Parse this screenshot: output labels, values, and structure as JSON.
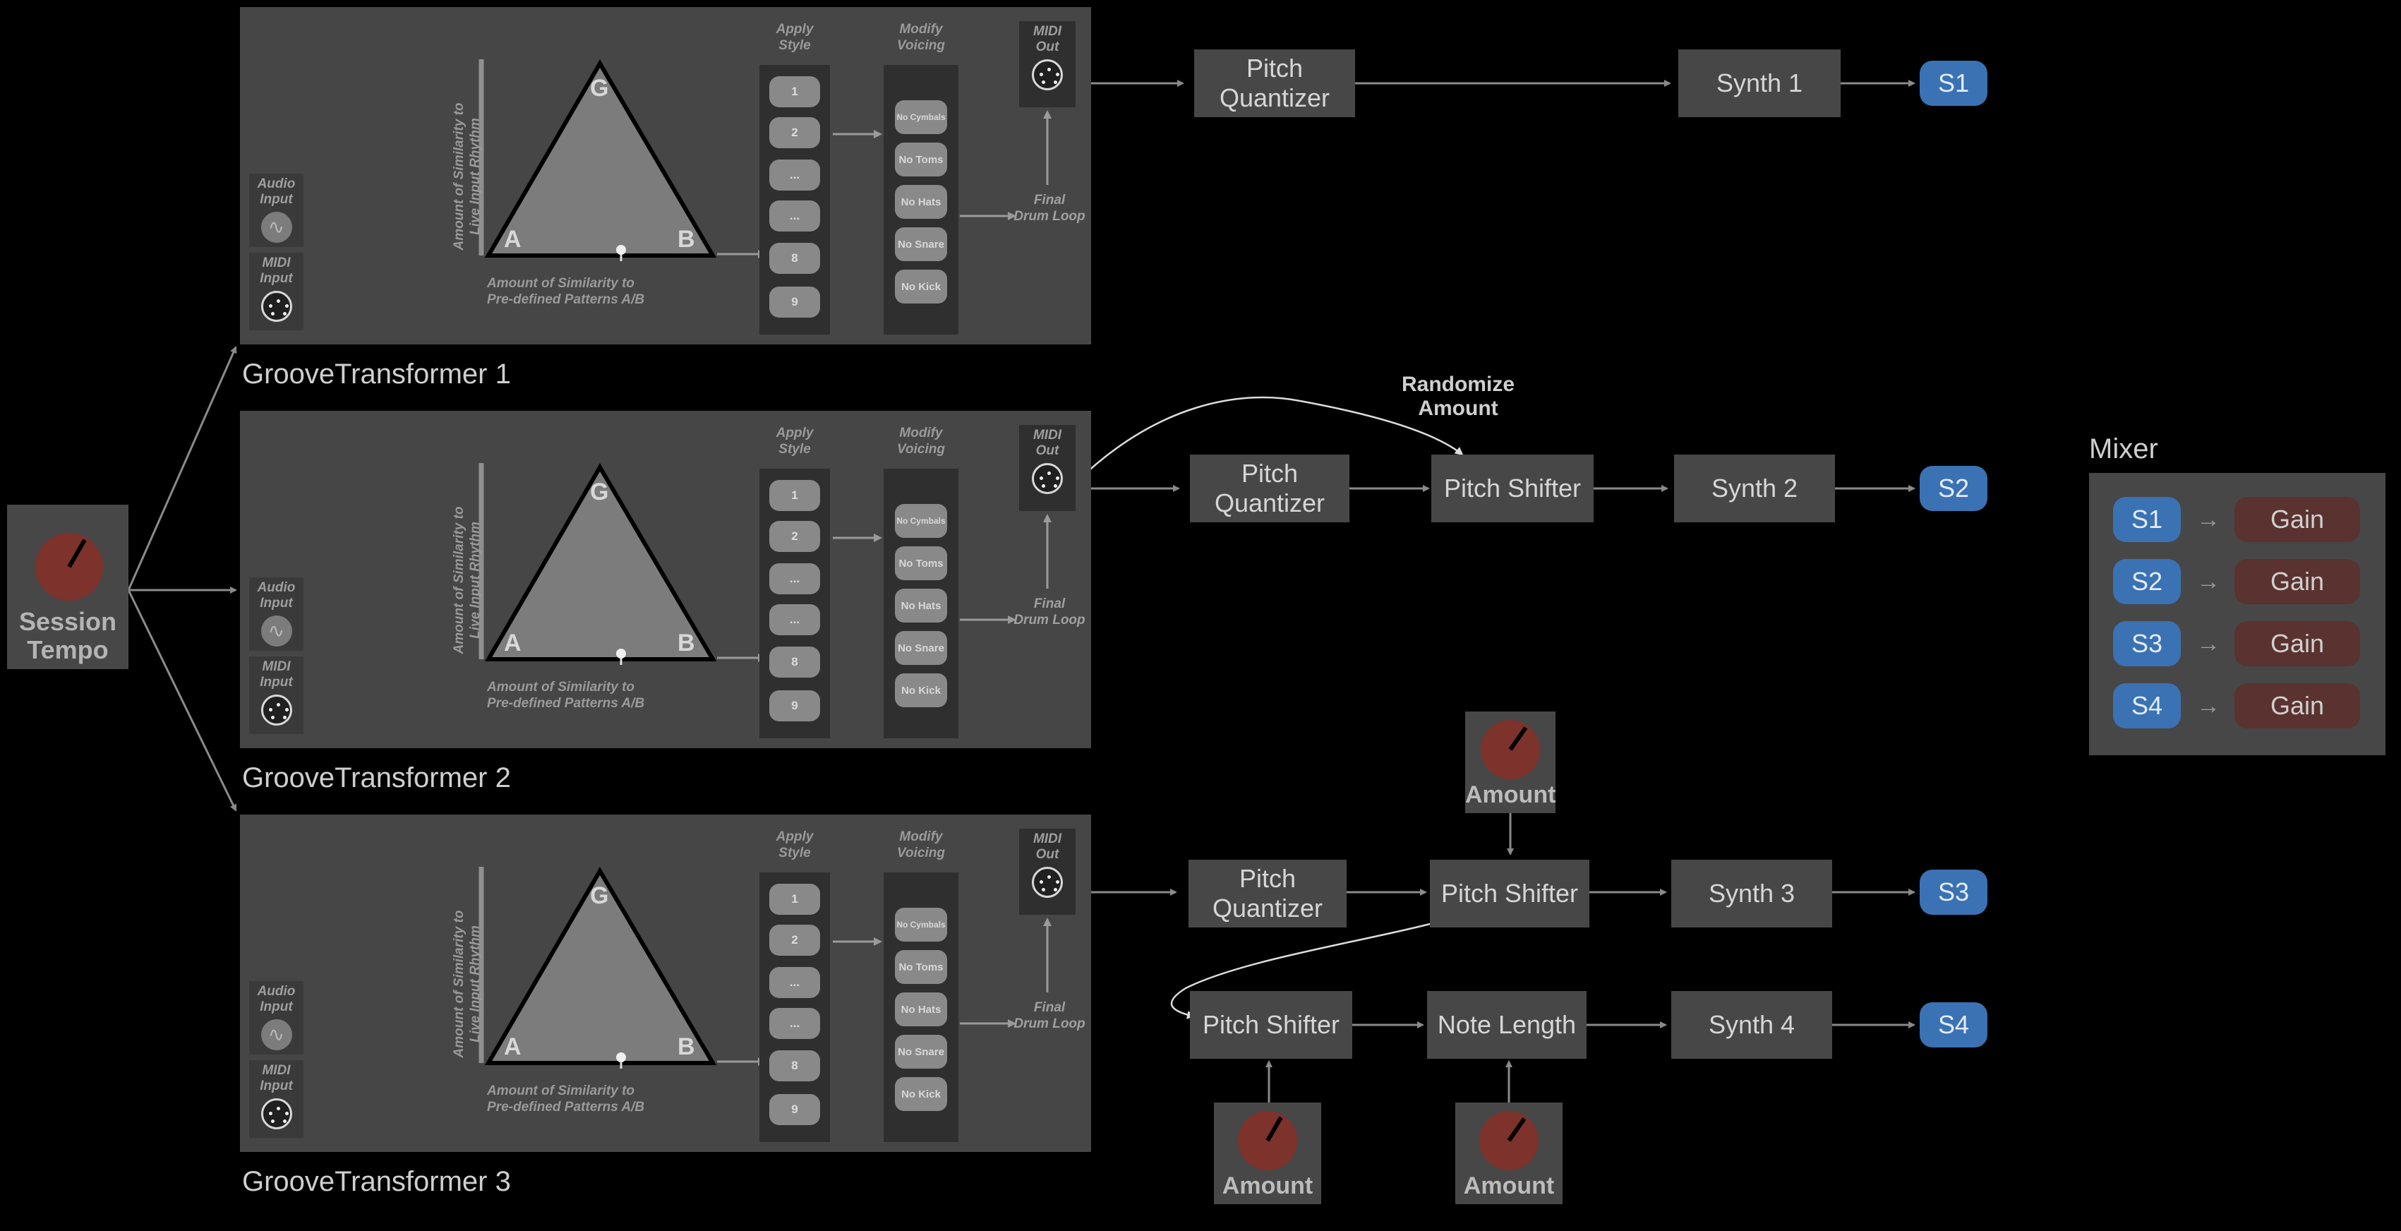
{
  "session_tempo": {
    "label": "Session\nTempo",
    "color": "#7d322b"
  },
  "groove_transformers": [
    {
      "title": "GrooveTransformer 1"
    },
    {
      "title": "GrooveTransformer 2"
    },
    {
      "title": "GrooveTransformer 3"
    }
  ],
  "gt_panel": {
    "audio_input": "Audio\nInput",
    "midi_input": "MIDI\nInput",
    "y_axis": "Amount of Similarity to\nLive Input Rhythm",
    "x_axis": "Amount of Similarity to\nPre-defined Patterns A/B",
    "corner_g": "G",
    "corner_a": "A",
    "corner_b": "B",
    "apply_style": "Apply\nStyle",
    "style_buttons": [
      "1",
      "2",
      "...",
      "...",
      "8",
      "9"
    ],
    "modify_voicing": "Modify\nVoicing",
    "voicing_buttons": [
      "No\nCymbals",
      "No\nToms",
      "No\nHats",
      "No\nSnare",
      "No\nKick"
    ],
    "midi_out": "MIDI\nOut",
    "final_loop": "Final\nDrum Loop"
  },
  "chain": {
    "pitch_quantizer": "Pitch\nQuantizer",
    "pitch_shifter": "Pitch Shifter",
    "note_length": "Note Length",
    "synth1": "Synth 1",
    "synth2": "Synth 2",
    "synth3": "Synth 3",
    "synth4": "Synth 4",
    "s1": "S1",
    "s2": "S2",
    "s3": "S3",
    "s4": "S4",
    "amount": "Amount",
    "randomize": "Randomize\nAmount"
  },
  "mixer": {
    "title": "Mixer",
    "rows": [
      {
        "source": "S1",
        "gain": "Gain"
      },
      {
        "source": "S2",
        "gain": "Gain"
      },
      {
        "source": "S3",
        "gain": "Gain"
      },
      {
        "source": "S4",
        "gain": "Gain"
      }
    ]
  },
  "colors": {
    "send": "#3a72b4",
    "knob": "#7d322b",
    "gain": "#5a3230",
    "module": "#474747",
    "panel": "#464646"
  }
}
